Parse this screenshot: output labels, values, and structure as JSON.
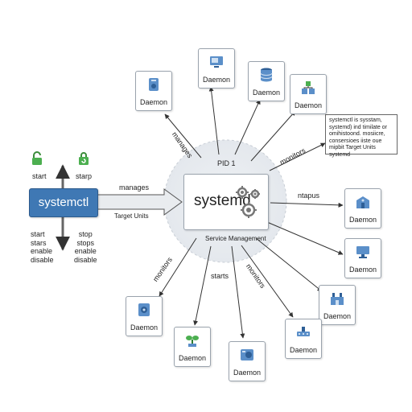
{
  "center": {
    "title": "systemd",
    "pid_label": "PID 1",
    "sub_label": "Service Management"
  },
  "systemctl": {
    "label": "systemctl",
    "manages_label": "manages",
    "target_units_label": "Target Units"
  },
  "edges": {
    "manages_top": "manages",
    "monitors_top_right": "monitors",
    "maps_right": "ntapus",
    "monitors_bottom_left": "monitors",
    "starts_bottom": "starts",
    "monitors_bottom_right": "monitors"
  },
  "commands": {
    "start_top": "start",
    "stop_top": "starp",
    "left_list": "start\nstars\nenable\ndisable",
    "right_list": "stop\nstops\nenable\ndisable"
  },
  "note": {
    "text": "systemctl is sysstam,\nsystemd) ind timilate or\nomihistoond. mosiicre,\nconsersioes iiste oue\nmipbit Target Units\nsystemd"
  },
  "daemons": [
    {
      "label": "Daemon",
      "icon": "server-drive-icon"
    },
    {
      "label": "Daemon",
      "icon": "monitor-window-icon"
    },
    {
      "label": "Daemon",
      "icon": "database-icon"
    },
    {
      "label": "Daemon",
      "icon": "network-nodes-icon"
    },
    {
      "label": "Daemon",
      "icon": "building-icon"
    },
    {
      "label": "Daemon",
      "icon": "desktop-icon"
    },
    {
      "label": "Daemon",
      "icon": "factory-icon"
    },
    {
      "label": "Daemon",
      "icon": "network-switch-icon"
    },
    {
      "label": "Daemon",
      "icon": "drive-icon"
    },
    {
      "label": "Daemon",
      "icon": "plant-icon"
    },
    {
      "label": "Daemon",
      "icon": "storage-disk-icon"
    }
  ],
  "colors": {
    "accent": "#3f78b4",
    "icon_fill": "#5b8fc9",
    "icon_dark": "#2f5f96",
    "plant_green": "#4caf50",
    "line": "#333333",
    "halo": "#e4e8ed"
  }
}
